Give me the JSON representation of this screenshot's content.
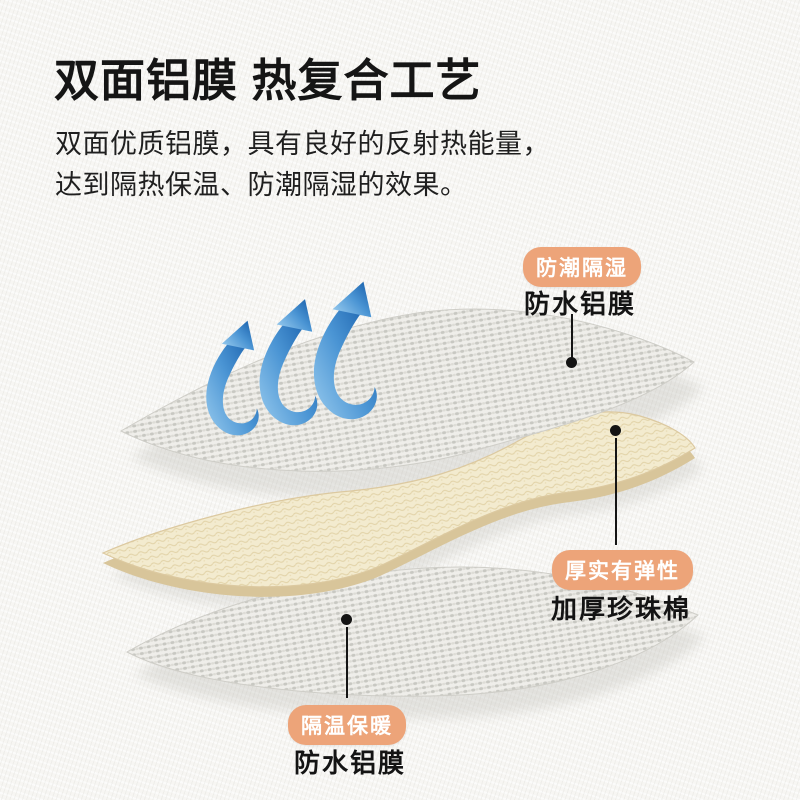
{
  "header": {
    "title": "双面铝膜 热复合工艺",
    "description": [
      "双面优质铝膜，具有良好的反射热能量，",
      "达到隔热保温、防潮隔湿的效果。"
    ]
  },
  "callouts": {
    "top": {
      "badge": "防潮隔湿",
      "label": "防水铝膜"
    },
    "middle": {
      "badge": "厚实有弹性",
      "label": "加厚珍珠棉"
    },
    "bottom": {
      "badge": "隔温保暖",
      "label": "防水铝膜"
    }
  },
  "illustration": {
    "heat_arrow_count": 3,
    "layer_count": 3
  },
  "colors": {
    "badge-bg": "#eda479",
    "badge-text": "#ffffff",
    "title-text": "#151515",
    "body-text": "#1f1f1f",
    "arrow-light": "#9bcdef",
    "arrow-mid": "#4b95d4",
    "arrow-dark": "#0f56a4",
    "mesh-layer": "#d9d8d2",
    "foam-layer": "#f3ebcf",
    "foam-edge": "#d8c59a",
    "background": "#f7f6f3"
  }
}
